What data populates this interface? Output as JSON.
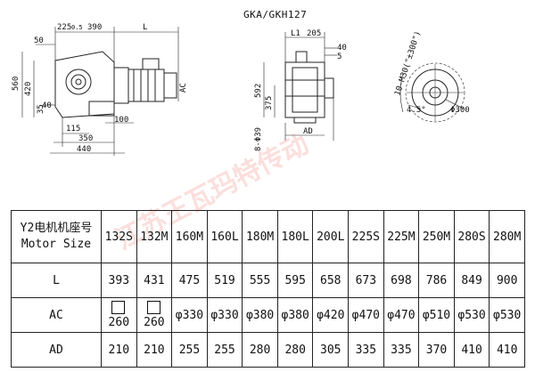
{
  "model_title": "GKA/GKH127",
  "watermark": "江苏王瓦玛特传动",
  "left_view": {
    "dims_top": [
      "225",
      "0.5",
      "390",
      "L"
    ],
    "dims_left": [
      "50",
      "560",
      "420",
      "35",
      "40"
    ],
    "dims_bottom": [
      "115",
      "100",
      "350",
      "440"
    ],
    "dim_right": "AC"
  },
  "right_view": {
    "dims_top": [
      "L1",
      "205",
      "40",
      "5"
    ],
    "dims_left": [
      "592",
      "375",
      "8-Φ39"
    ],
    "dim_bottom": "AD"
  },
  "flange_view": {
    "bolt_label": "10-M30(\"±300\")",
    "angle_label": "4.5°",
    "diameter_label": "Φ300"
  },
  "table": {
    "header_cn": "Y2电机机座号",
    "header_en": "Motor Size",
    "sizes": [
      "132S",
      "132M",
      "160M",
      "160L",
      "180M",
      "180L",
      "200L",
      "225S",
      "225M",
      "250M",
      "280S",
      "280M"
    ],
    "rows": [
      {
        "label": "L",
        "values": [
          "393",
          "431",
          "475",
          "519",
          "555",
          "595",
          "658",
          "673",
          "698",
          "786",
          "849",
          "900"
        ]
      },
      {
        "label": "AC",
        "values": [
          "260",
          "260",
          "φ330",
          "φ330",
          "φ380",
          "φ380",
          "φ420",
          "φ470",
          "φ470",
          "φ510",
          "φ530",
          "φ530"
        ]
      },
      {
        "label": "AD",
        "values": [
          "210",
          "210",
          "255",
          "255",
          "280",
          "280",
          "305",
          "335",
          "335",
          "370",
          "410",
          "410"
        ]
      }
    ]
  }
}
